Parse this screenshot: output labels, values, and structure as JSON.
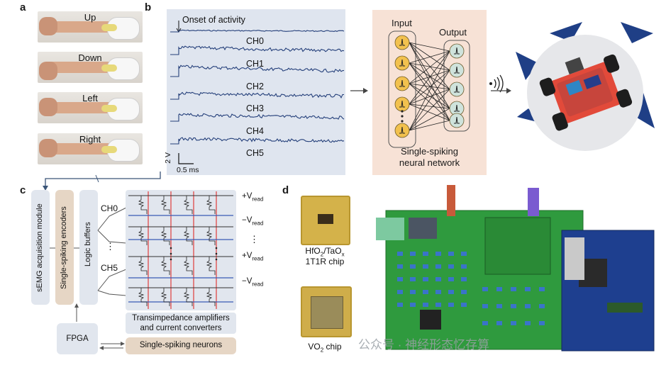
{
  "panels": {
    "a": "a",
    "b": "b",
    "c": "c",
    "d": "d"
  },
  "gestures": [
    "Up",
    "Down",
    "Left",
    "Right"
  ],
  "panel_b": {
    "onset": "Onset of activity",
    "channels": [
      "CH0",
      "CH1",
      "CH2",
      "CH3",
      "CH4",
      "CH5"
    ],
    "scale_v": "2 V",
    "scale_t": "0.5 ms"
  },
  "snn": {
    "input": "Input",
    "output": "Output",
    "caption_line1": "Single-spiking",
    "caption_line2": "neural network",
    "input_neurons": 5,
    "output_neurons": 5
  },
  "panel_c": {
    "acq": "sEMG acquisition module",
    "encoders": "Single-spiking encoders",
    "buffers": "Logic buffers",
    "ch0": "CH0",
    "ch5": "CH5",
    "dots": "⋮",
    "v_plus_1": "+V",
    "v_minus_1": "−V",
    "v_plus_2": "+V",
    "v_minus_2": "−V",
    "read": "read",
    "tia_line1": "Transimpedance amplifiers",
    "tia_line2": "and current converters",
    "fpga": "FPGA",
    "neurons": "Single-spiking neurons"
  },
  "panel_d": {
    "chip1_line1": "HfO",
    "chip1_sub1": "2",
    "chip1_mid": "/TaO",
    "chip1_sub2": "x",
    "chip1_line2": "1T1R chip",
    "chip2": "VO",
    "chip2_sub": "2",
    "chip2_tail": " chip",
    "watermark": "公众号 · 神经形态忆存算"
  },
  "colors": {
    "trace": "#243f7a",
    "panel_b_bg": "#dfe5ef",
    "snn_bg": "#f7e2d6",
    "neuron_in": "#f2c14e",
    "neuron_out": "#cfe3dc",
    "robot_triangle": "#1f3f86",
    "crossbar_red": "#e03c3c",
    "crossbar_blue": "#3b5bb5",
    "board_green": "#2f9a3e",
    "fpga_blue": "#1e3f8f"
  }
}
